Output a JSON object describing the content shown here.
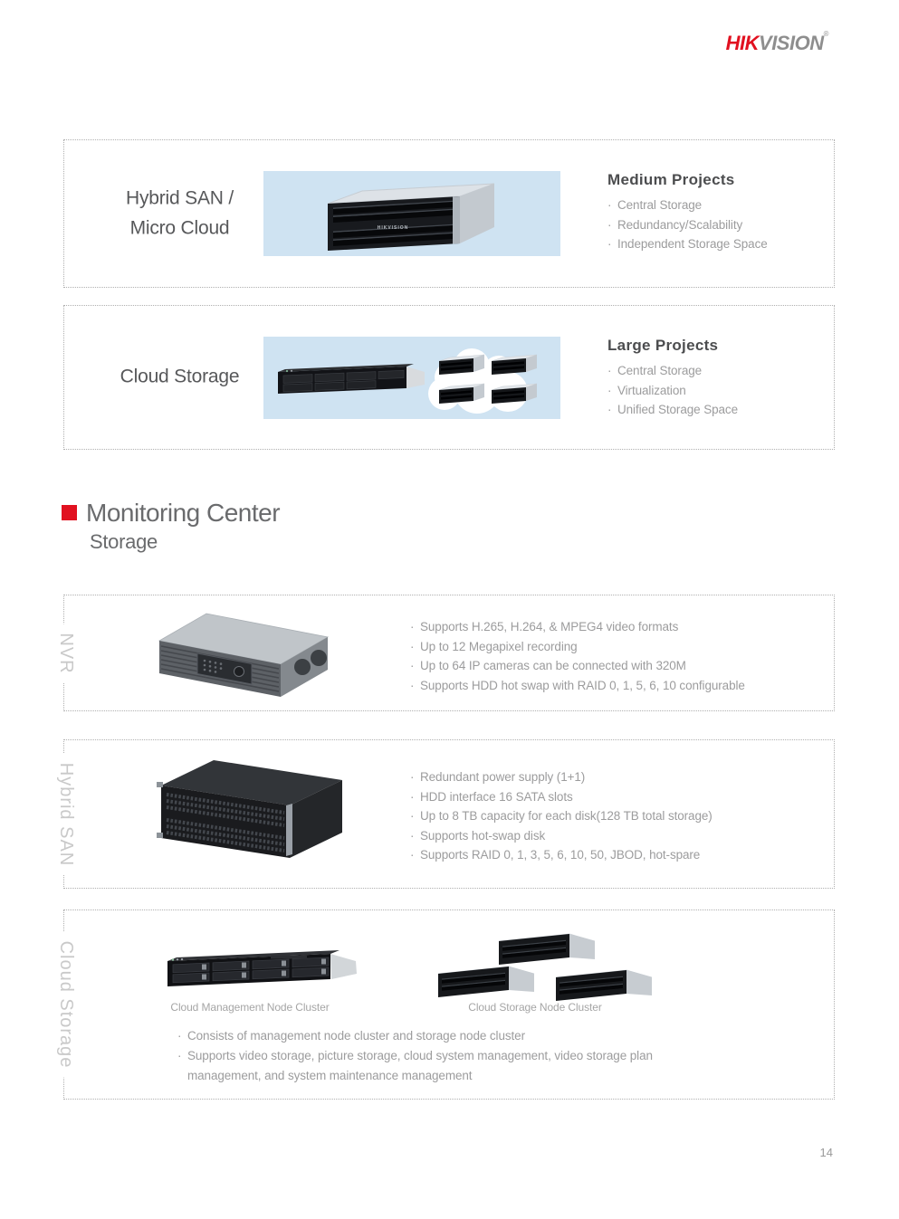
{
  "logo": {
    "hik": "HIK",
    "vision": "VISION",
    "reg": "®"
  },
  "top_boxes": [
    {
      "label_lines": [
        "Hybrid SAN /",
        "Micro Cloud"
      ],
      "heading": "Medium Projects",
      "bullets": [
        "Central Storage",
        "Redundancy/Scalability",
        "Independent Storage Space"
      ]
    },
    {
      "label_lines": [
        "Cloud Storage"
      ],
      "heading": "Large Projects",
      "bullets": [
        "Central Storage",
        "Virtualization",
        "Unified Storage Space"
      ]
    }
  ],
  "section": {
    "title": "Monitoring Center",
    "subtitle": "Storage"
  },
  "storage_boxes": [
    {
      "side_label": "NVR",
      "bullets": [
        "Supports H.265, H.264, & MPEG4 video formats",
        "Up to 12 Megapixel recording",
        "Up to 64 IP cameras can be connected with 320M",
        "Supports HDD hot swap with RAID 0, 1, 5, 6, 10 configurable"
      ]
    },
    {
      "side_label": "Hybrid SAN",
      "bullets": [
        "Redundant power supply (1+1)",
        "HDD interface 16 SATA slots",
        "Up to 8 TB capacity for each disk(128 TB total storage)",
        "Supports hot-swap disk",
        "Supports RAID 0, 1, 3, 5, 6, 10, 50, JBOD, hot-spare"
      ]
    },
    {
      "side_label": "Cloud Storage",
      "captions": {
        "left": "Cloud Management Node Cluster",
        "right": "Cloud Storage Node Cluster"
      },
      "bullets": [
        "Consists of management node cluster and storage node cluster",
        "Supports video storage, picture storage, cloud system management, video storage plan management, and system maintenance management"
      ]
    }
  ],
  "device_label": "HIKVISION",
  "page_number": "14",
  "colors": {
    "accent_red": "#e11120",
    "panel_blue": "#cfe3f2"
  }
}
